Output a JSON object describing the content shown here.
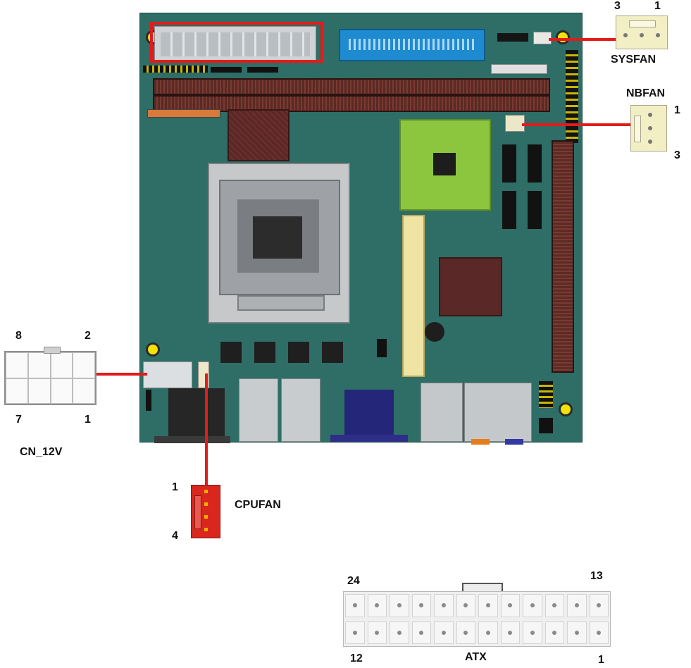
{
  "connectors": {
    "sysfan": {
      "name": "SYSFAN",
      "pin_left": "3",
      "pin_right": "1"
    },
    "nbfan": {
      "name": "NBFAN",
      "pin_top": "1",
      "pin_bottom": "3"
    },
    "cn12v": {
      "name": "CN_12V",
      "pin_top_left": "8",
      "pin_top_right": "2",
      "pin_bottom_left": "7",
      "pin_bottom_right": "1"
    },
    "cpufan": {
      "name": "CPUFAN",
      "pin_top": "1",
      "pin_bottom": "4"
    },
    "atx": {
      "name": "ATX",
      "pin_top_left": "24",
      "pin_top_right": "13",
      "pin_bottom_left": "12",
      "pin_bottom_right": "1"
    }
  },
  "colors": {
    "pcb": "#2e6e66",
    "highlight": "#e31b1b",
    "fan_connector": "#f3efc4",
    "cpufan_connector": "#d9271e",
    "mounting_hole": "#f2e20a"
  }
}
